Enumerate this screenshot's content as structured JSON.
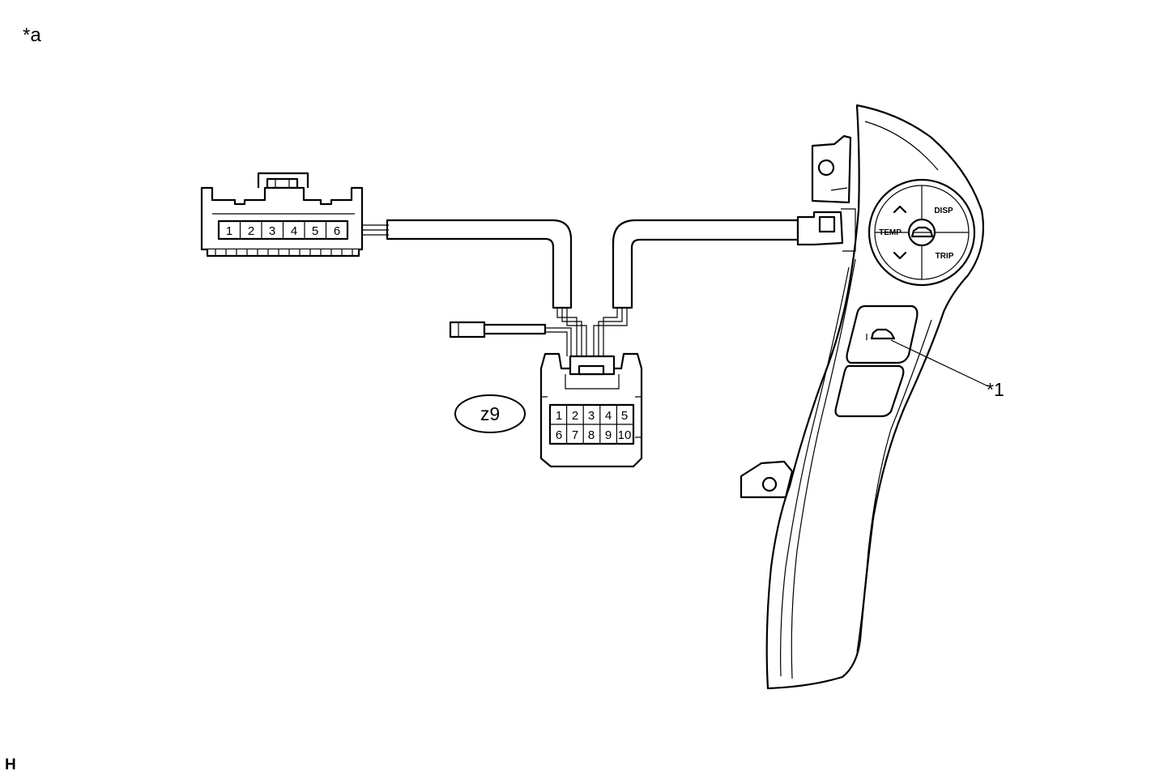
{
  "labels": {
    "view_label": "*a",
    "callout_1": "*1",
    "connector_code": "z9",
    "corner_mark": "H"
  },
  "connector_6pin": {
    "pins": [
      "1",
      "2",
      "3",
      "4",
      "5",
      "6"
    ]
  },
  "connector_10pin": {
    "pins_top": [
      "1",
      "2",
      "3",
      "4",
      "5"
    ],
    "pins_bottom": [
      "6",
      "7",
      "8",
      "9",
      "10"
    ]
  },
  "switch_panel": {
    "buttons": {
      "disp": "DISP",
      "temp": "TEMP",
      "trip": "TRIP"
    }
  }
}
